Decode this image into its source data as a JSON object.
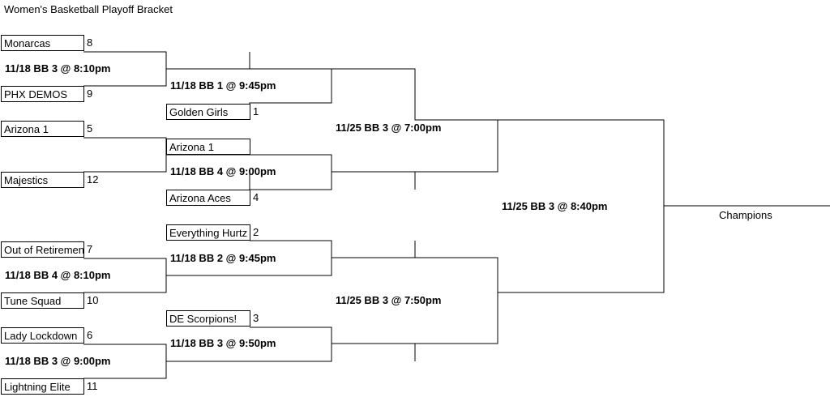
{
  "title": "Women's Basketball Playoff Bracket",
  "round1": {
    "teams": [
      {
        "name": "Monarcas",
        "seed": "8"
      },
      {
        "name": "PHX DEMOS",
        "seed": "9"
      },
      {
        "name": "Arizona 1",
        "seed": "5"
      },
      {
        "name": "Majestics",
        "seed": "12"
      },
      {
        "name": "Out of Retirement",
        "seed": "7"
      },
      {
        "name": "Tune Squad",
        "seed": "10"
      },
      {
        "name": "Lady Lockdown",
        "seed": "6"
      },
      {
        "name": "Lightning Elite",
        "seed": "11"
      }
    ],
    "games": [
      "11/18 BB 3 @ 8:10pm",
      "11/18 BB 4 @ 8:10pm",
      "11/18 BB 3 @ 9:00pm"
    ]
  },
  "round2": {
    "teams": [
      {
        "name": "Golden Girls",
        "seed": "1"
      },
      {
        "name": "Arizona 1",
        "seed": ""
      },
      {
        "name": "Arizona Aces",
        "seed": "4"
      },
      {
        "name": "Everything Hurtz",
        "seed": "2"
      },
      {
        "name": "DE Scorpions!",
        "seed": "3"
      }
    ],
    "games": [
      "11/18 BB 1 @ 9:45pm",
      "11/18 BB 4 @ 9:00pm",
      "11/18 BB 2 @ 9:45pm",
      "11/18 BB 3 @ 9:50pm"
    ]
  },
  "round3": {
    "games": [
      "11/25 BB 3 @ 7:00pm",
      "11/25 BB 3 @ 7:50pm"
    ]
  },
  "final": {
    "game": "11/25 BB 3 @ 8:40pm",
    "label": "Champions"
  }
}
